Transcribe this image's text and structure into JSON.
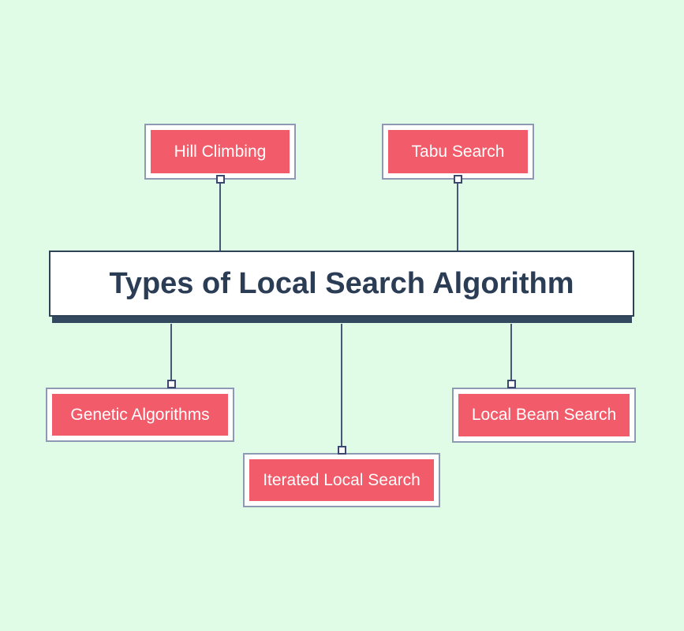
{
  "diagram": {
    "title": "Types of Local Search Algorithm",
    "nodes": [
      {
        "id": "hill-climbing",
        "label": "Hill Climbing"
      },
      {
        "id": "tabu-search",
        "label": "Tabu Search"
      },
      {
        "id": "genetic-algorithms",
        "label": "Genetic Algorithms"
      },
      {
        "id": "iterated-local-search",
        "label": "Iterated Local Search"
      },
      {
        "id": "local-beam-search",
        "label": "Local Beam Search"
      }
    ]
  },
  "colors": {
    "background": "#e0fce7",
    "branch_fill": "#f25b69",
    "branch_text": "#ffffff",
    "branch_border": "#8e99b4",
    "connector": "#4a5878",
    "anchor_border": "#3a476e",
    "title_text": "#2b3c55",
    "title_border": "#2f4256",
    "title_underline": "#33495f"
  }
}
